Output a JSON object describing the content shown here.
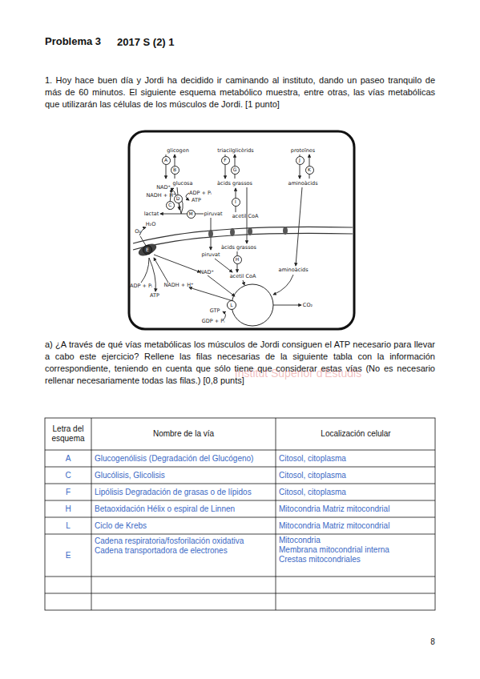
{
  "diagram": {
    "title": "Problema 3",
    "nodes": [
      {
        "text": [
          "A"
        ]
      },
      {
        "text": [
          "B"
        ]
      },
      {
        "text": [
          "F"
        ]
      },
      {
        "text": [
          "G"
        ]
      },
      {
        "text": [
          "J"
        ]
      },
      {
        "text": [
          "K"
        ]
      },
      {
        "text": [
          "D"
        ]
      },
      {
        "text": [
          "C"
        ]
      },
      {
        "text": [
          "I"
        ]
      },
      {
        "text": [
          "M"
        ]
      },
      {
        "text": [
          "E"
        ]
      },
      {
        "text": [
          "H"
        ]
      },
      {
        "text": [
          "L"
        ]
      }
    ],
    "labels": [
      "2017 S (2) 1",
      "1. Hoy hace buen día y Jordi ha decidido ir caminando al instituto, dando un paseo tranquilo de más de 60 minutos. El siguiente esquema metabólico muestra, entre otras, las vías metabólicas que utilizarán las células de los músculos de Jordi. [1 punto]",
      "glicogen",
      "triacilglicèrids",
      "proteïnes",
      "glucosa",
      "àcids grassos",
      "aminoàcids",
      "NAD⁺",
      "NADH + H⁺",
      "ADP + Pᵢ",
      "ATP",
      "lactat",
      "piruvat",
      "acetil CoA",
      "O₂",
      "H₂O",
      "piruvat",
      "àcids grassos",
      "acetil CoA",
      "aminoàcids",
      "ADP + Pᵢ",
      "ATP",
      "NADH + H⁺",
      "NAD⁺",
      "GTP",
      "GDP + Pᵢ",
      "CO₂",
      "a) ¿A través de qué vías metabólicas los músculos de Jordi consiguen el ATP necesario para llevar a cabo este ejercicio? Rellene las filas necesarias de la siguiente tabla con la información correspondiente, teniendo en cuenta que sólo tiene que considerar estas vías (No es necesario rellenar necesariamente todas las filas.) [0,8 punts]",
      "Institut Superior d'Estudis",
      "Letra del esquema",
      "Nombre de la vía",
      "Localización celular",
      "A",
      "Glucogenólisis (Degradación del Glucógeno)",
      "Citosol, citoplasma",
      "C",
      "Glucólisis, Glicolisis",
      "Citosol, citoplasma",
      "F",
      "Lipólisis Degradación de grasas o de lípidos",
      "Citosol, citoplasma",
      "H",
      "Betaoxidación Hélix o espiral de Linnen",
      "Mitocondria Matriz mitocondrial",
      "L",
      "Ciclo de Krebs",
      "Mitocondria Matriz mitocondrial",
      "E",
      "Cadena respiratoria/fosforilación oxidativa",
      "Cadena transportadora de electrones",
      "Mitocondria",
      "Membrana mitocondrial interna",
      "Crestas mitocondriales",
      "8"
    ]
  }
}
